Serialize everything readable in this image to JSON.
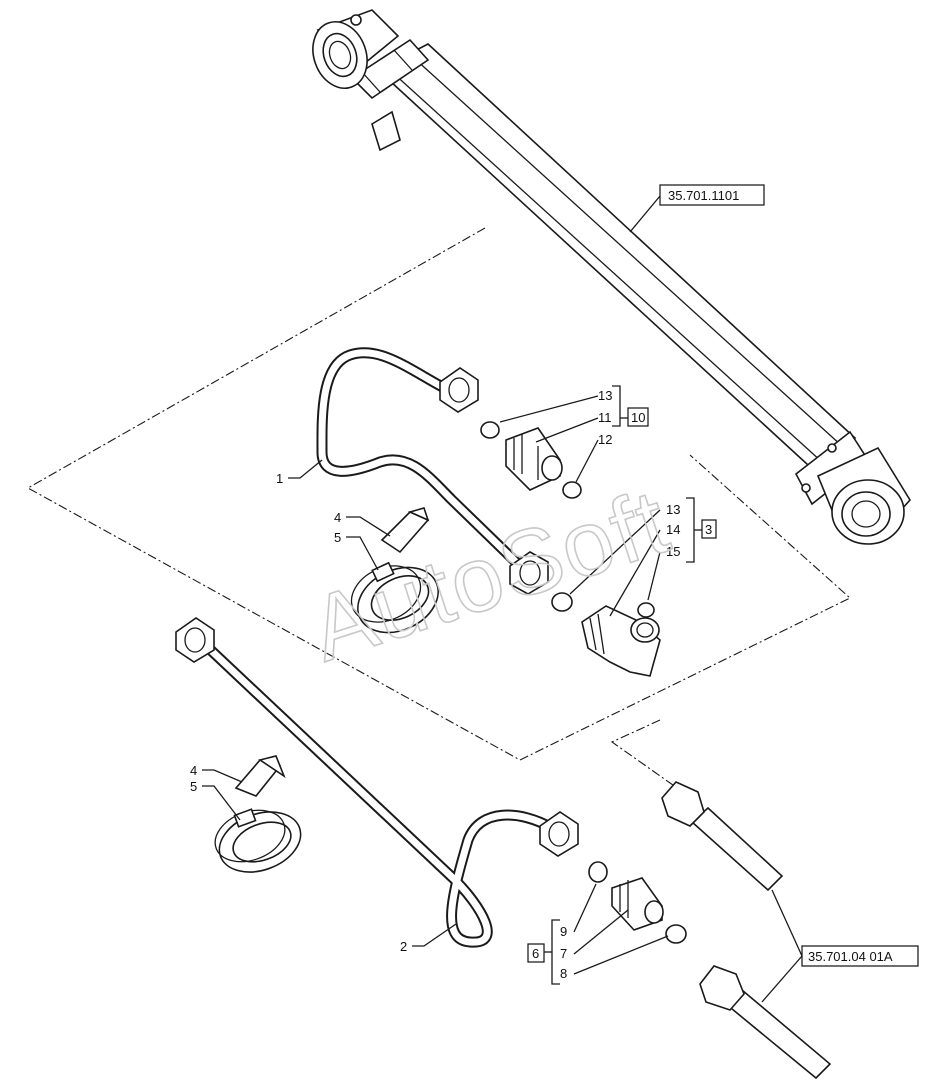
{
  "watermark": "AutoSoft",
  "references": {
    "cylinder": "35.701.1101",
    "lower_tube": "35.701.04 01A"
  },
  "group_labels": {
    "upper_adapter_group": "10",
    "elbow_group": "3",
    "lower_adapter_group": "6"
  },
  "callouts": {
    "pipe_upper": "1",
    "pipe_lower": "2",
    "clip_upper": "4",
    "clamp_upper": "5",
    "clip_lower": "4",
    "clamp_lower": "5",
    "g10_oring_top": "13",
    "g10_adapter": "11",
    "g10_oring_bottom": "12",
    "g3_oring_top": "13",
    "g3_elbow": "14",
    "g3_oring_bottom": "15",
    "g6_oring": "9",
    "g6_adapter": "7",
    "g6_oring_bottom": "8"
  }
}
